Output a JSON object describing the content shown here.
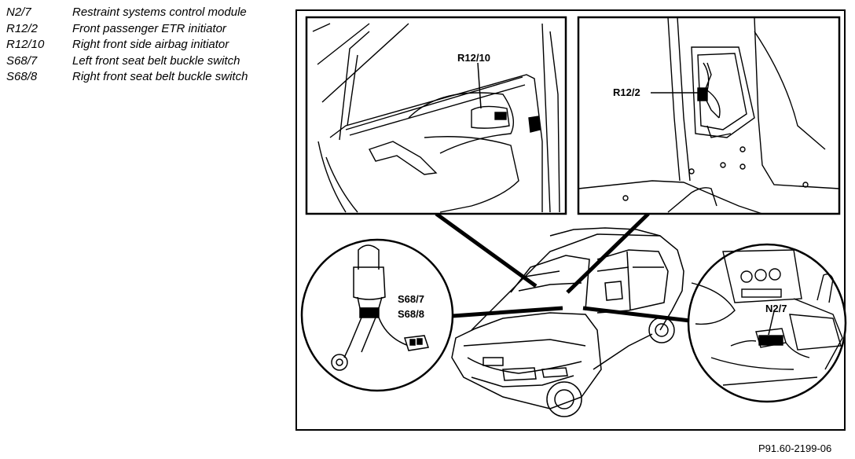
{
  "legend": [
    {
      "code": "N2/7",
      "description": "Restraint systems control module"
    },
    {
      "code": "R12/2",
      "description": "Front passenger ETR initiator"
    },
    {
      "code": "R12/10",
      "description": "Right front side airbag initiator"
    },
    {
      "code": "S68/7",
      "description": "Left front seat belt buckle switch"
    },
    {
      "code": "S68/8",
      "description": "Right front seat belt buckle switch"
    }
  ],
  "callouts": {
    "door": "R12/10",
    "pillar": "R12/2",
    "buckle_left": "S68/7",
    "buckle_right": "S68/8",
    "module": "N2/7"
  },
  "reference_number": "P91.60-2199-06"
}
